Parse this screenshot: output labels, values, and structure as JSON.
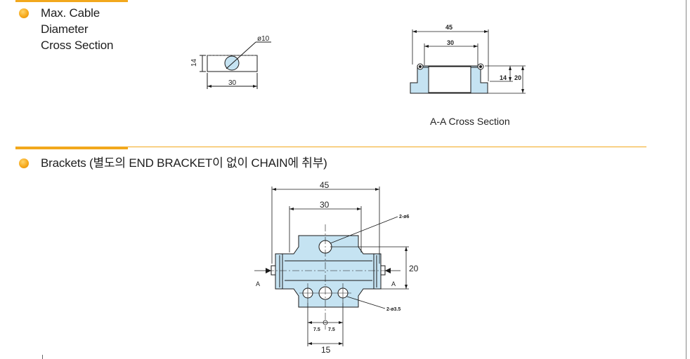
{
  "section1": {
    "heading_lines": [
      "Max. Cable",
      "Diameter",
      "Cross Section"
    ]
  },
  "cable_drawing": {
    "diameter_label": "ø10",
    "height_label": "14",
    "width_label": "30"
  },
  "aa_drawing": {
    "outer_width_label": "45",
    "inner_width_label": "30",
    "inner_height_label": "14",
    "outer_height_label": "20",
    "caption": "A-A Cross Section"
  },
  "section2": {
    "heading": "Brackets (별도의 END BRACKET이 없이 CHAIN에 취부)"
  },
  "bracket_drawing": {
    "outer_width_label": "45",
    "inner_width_label": "30",
    "hole_callout_top": "2-ø6",
    "height_label": "20",
    "hole_callout_bottom": "2-ø3.5",
    "half_spacing_left": "7.5",
    "half_spacing_right": "7.5",
    "spacing_label": "15",
    "section_mark_left": "A",
    "section_mark_right": "A"
  },
  "colors": {
    "accent": "#f2a81d",
    "part_fill": "#c5e3f2",
    "line": "#1a1a1a"
  }
}
